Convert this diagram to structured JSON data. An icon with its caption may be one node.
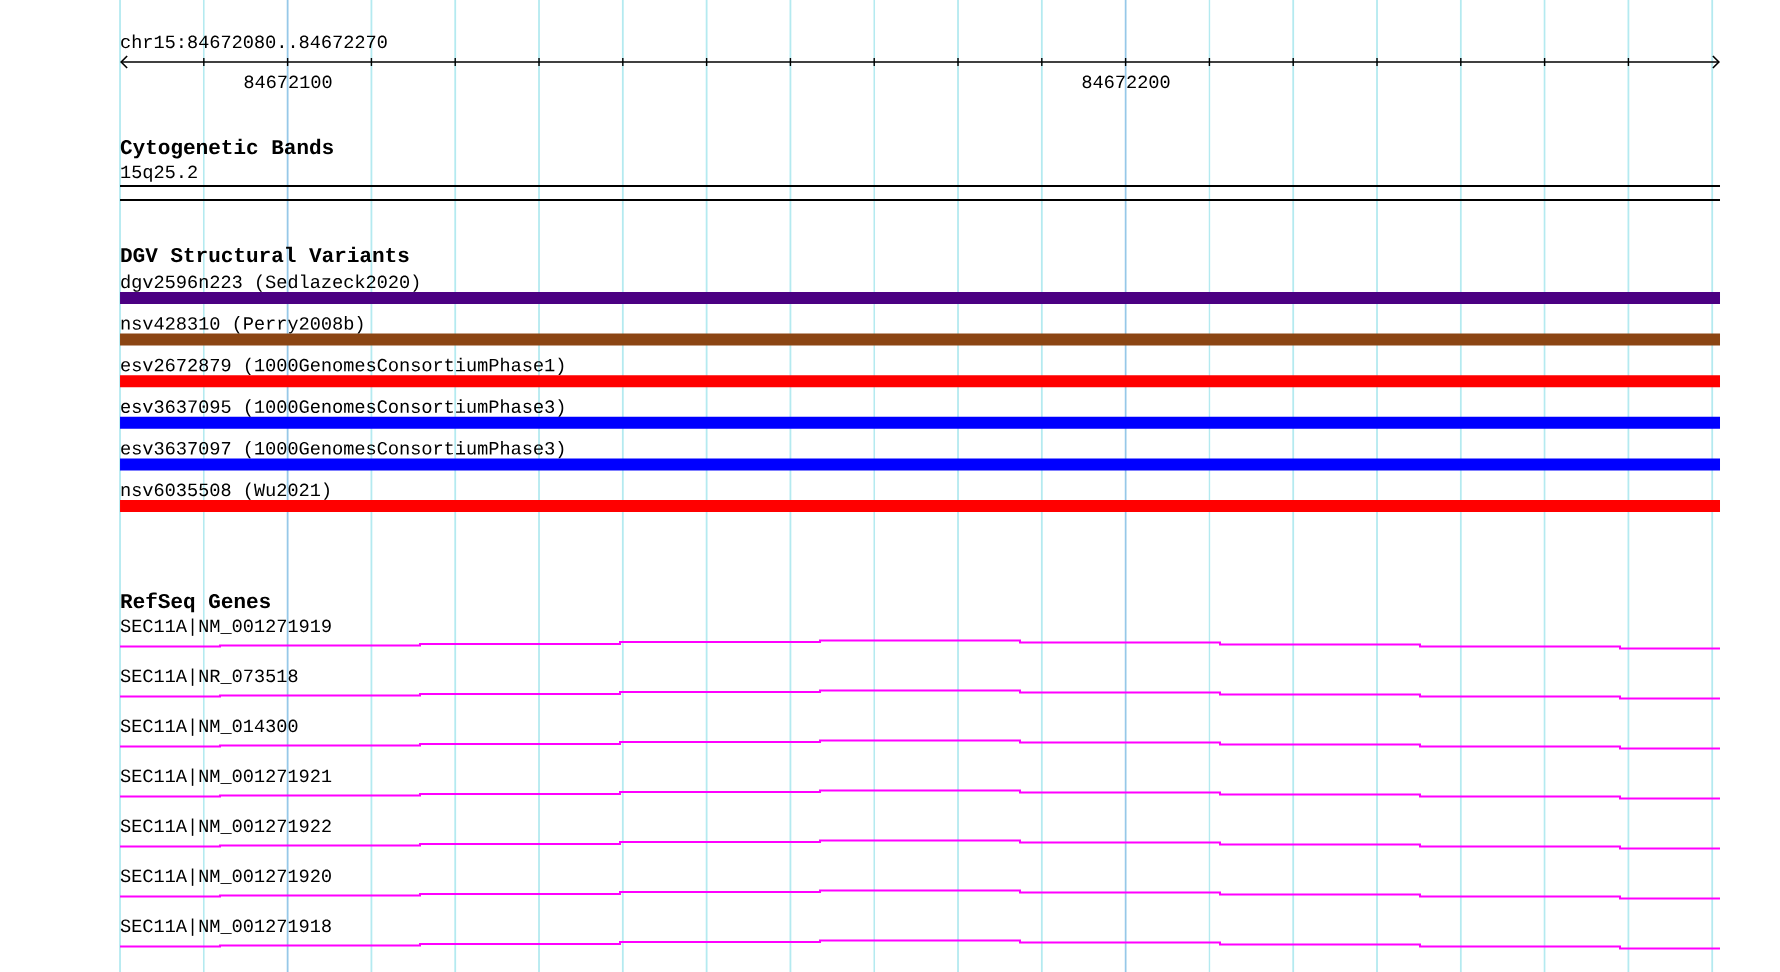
{
  "diagram": {
    "nodes": [
      {
        "text": [
          "15q25.2"
        ]
      },
      {
        "text": [
          "dgv2596n223 (Sedlazeck2020)"
        ]
      },
      {
        "text": [
          "nsv428310 (Perry2008b)"
        ]
      },
      {
        "text": [
          "esv2672879 (1000GenomesConsortiumPhase1)"
        ]
      },
      {
        "text": [
          "esv3637095 (1000GenomesConsortiumPhase3)"
        ]
      },
      {
        "text": [
          "esv3637097 (1000GenomesConsortiumPhase3)"
        ]
      },
      {
        "text": [
          "nsv6035508 (Wu2021)"
        ]
      },
      {
        "text": [
          "SEC11A|NM_001271919"
        ]
      },
      {
        "text": [
          "SEC11A|NR_073518"
        ]
      },
      {
        "text": [
          "SEC11A|NM_014300"
        ]
      },
      {
        "text": [
          "SEC11A|NM_001271921"
        ]
      },
      {
        "text": [
          "SEC11A|NM_001271922"
        ]
      },
      {
        "text": [
          "SEC11A|NM_001271920"
        ]
      },
      {
        "text": [
          "SEC11A|NM_001271918"
        ]
      }
    ],
    "labels": [
      "chr15:84672080..84672270",
      "84672100",
      "84672200",
      "Cytogenetic Bands",
      "DGV Structural Variants",
      "RefSeq Genes"
    ]
  }
}
